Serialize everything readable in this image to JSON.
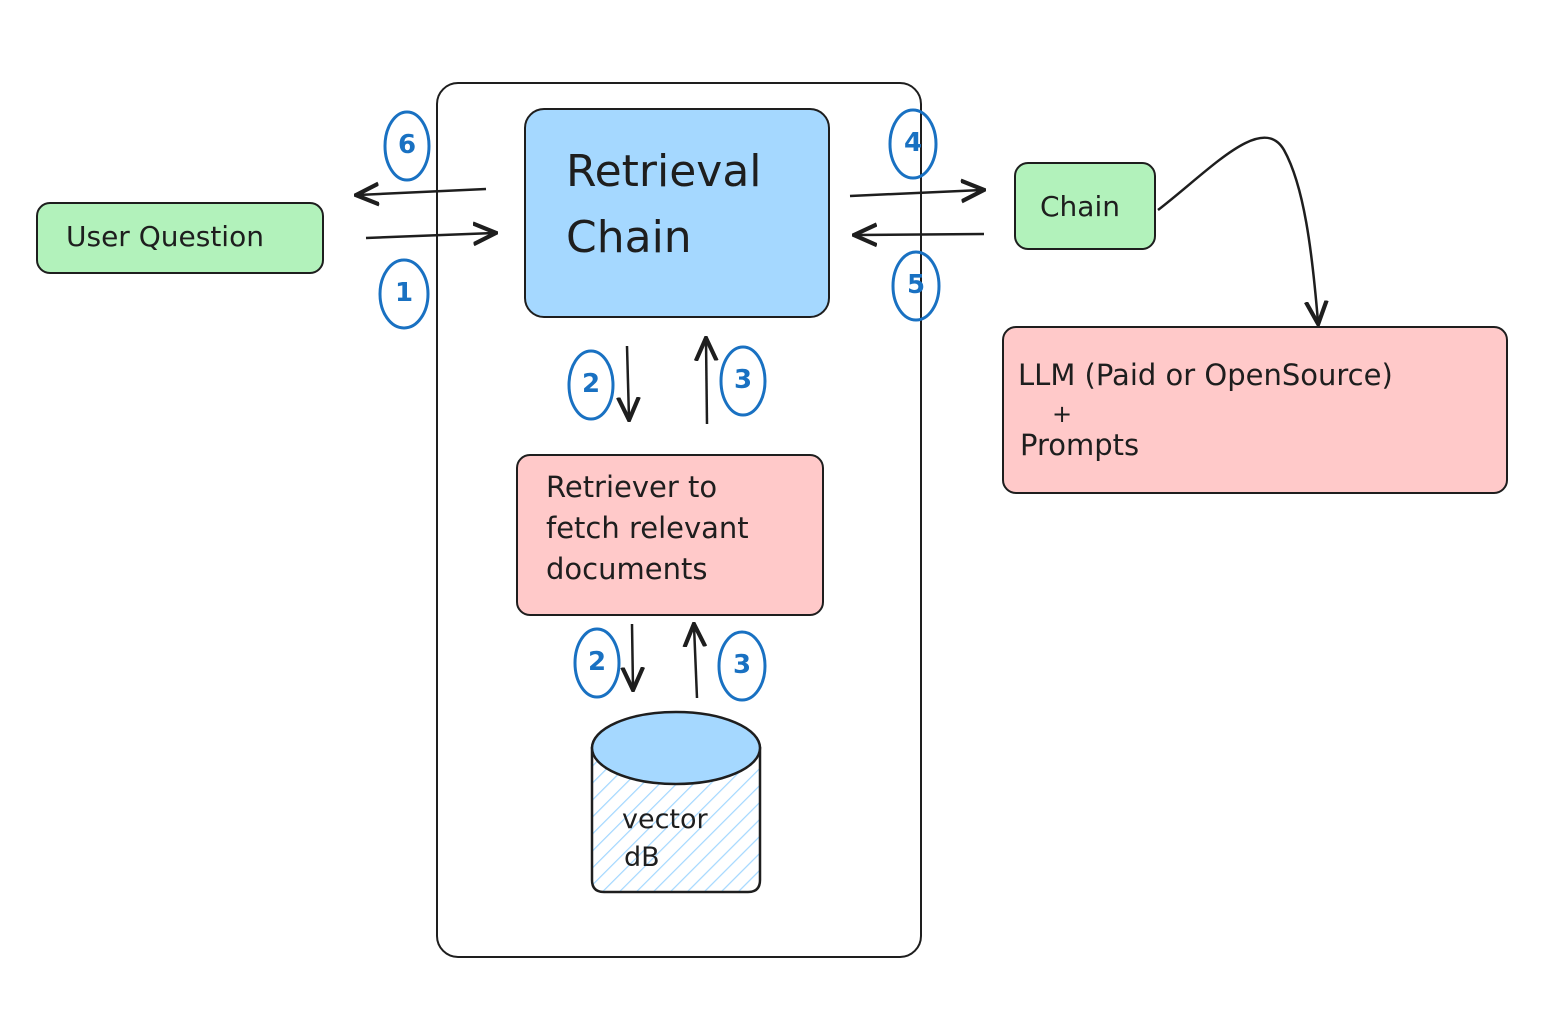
{
  "colors": {
    "stroke": "#1e1e1e",
    "green": "#b2f2bb",
    "blue": "#a5d8ff",
    "pink": "#ffc9c9",
    "number_circle": "#1971c2"
  },
  "nodes": {
    "user_question": "User Question",
    "retrieval_chain_line1": "Retrieval",
    "retrieval_chain_line2": "Chain",
    "retriever_line1": "Retriever to",
    "retriever_line2": "fetch relevant",
    "retriever_line3": "documents",
    "vector_db_line1": "vector",
    "vector_db_line2": "dB",
    "chain": "Chain",
    "llm_line1": "LLM (Paid or OpenSource)",
    "llm_line2": "+",
    "llm_line3": "Prompts"
  },
  "steps": {
    "user_to_chain": "1",
    "chain_to_user": "6",
    "retrieval_to_chain": "4",
    "chain_to_retrieval": "5",
    "retrieval_to_retriever": "2",
    "retriever_to_retrieval": "3",
    "retriever_to_db": "2",
    "db_to_retriever": "3"
  }
}
